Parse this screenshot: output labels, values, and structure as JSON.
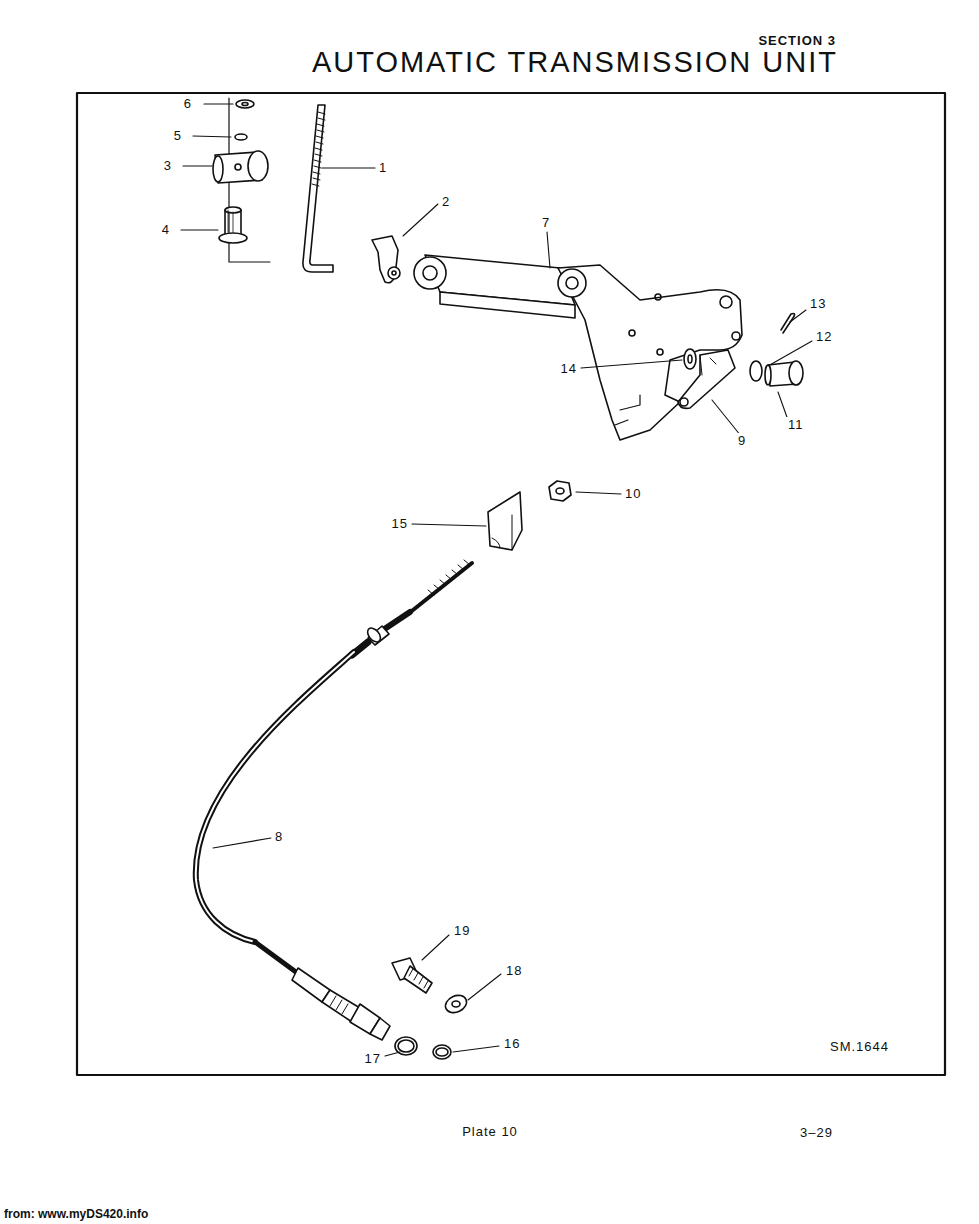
{
  "diagram": {
    "title": "AUTOMATIC TRANSMISSION UNIT",
    "caption": "Plate 10",
    "labels": [
      "SECTION 3",
      "6",
      "5",
      "3",
      "4",
      "1",
      "2",
      "7",
      "13",
      "12",
      "14",
      "11",
      "9",
      "10",
      "15",
      "8",
      "19",
      "18",
      "17",
      "16",
      "SM.1644",
      "3–29",
      "from: www.myDS420.info"
    ]
  }
}
